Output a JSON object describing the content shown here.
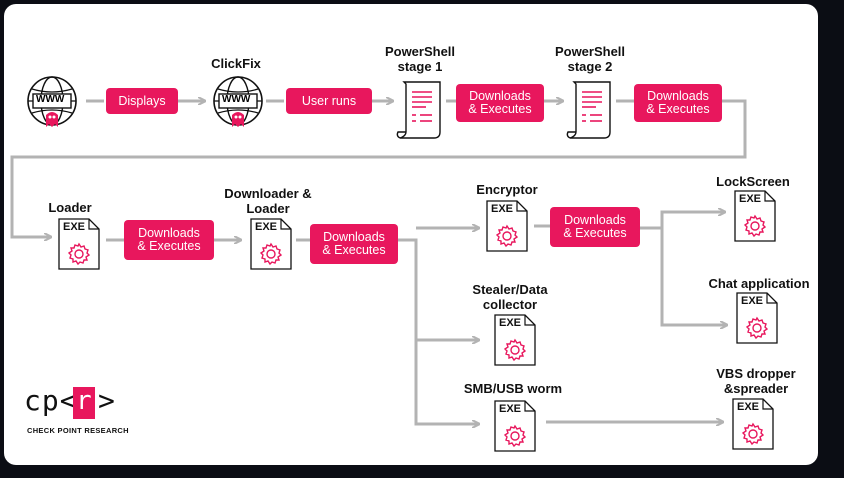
{
  "nodes": {
    "clickfix": "ClickFix",
    "ps1": "PowerShell\nstage 1",
    "ps2": "PowerShell\nstage 2",
    "loader": "Loader",
    "downloader": "Downloader &\nLoader",
    "encryptor": "Encryptor",
    "stealer": "Stealer/Data\ncollector",
    "smb": "SMB/USB worm",
    "lockscreen": "LockScreen",
    "chat": "Chat application",
    "vbs": "VBS dropper\n&spreader"
  },
  "pills": {
    "displays": "Displays",
    "user_runs": "User runs",
    "dl1": "Downloads\n& Executes",
    "dl2": "Downloads\n& Executes",
    "dl3": "Downloads\n& Executes",
    "dl4": "Downloads\n& Executes",
    "dl5": "Downloads\n& Executes"
  },
  "icon_text": {
    "exe": "EXE",
    "www": "WWW"
  },
  "logo": {
    "main_left": "cp<",
    "main_r": "r",
    "main_right": ">",
    "subtitle": "CHECK POINT RESEARCH"
  },
  "colors": {
    "accent": "#e8175d",
    "arrow": "#b3b3b3",
    "background": "#0b0d14",
    "card": "#ffffff"
  }
}
